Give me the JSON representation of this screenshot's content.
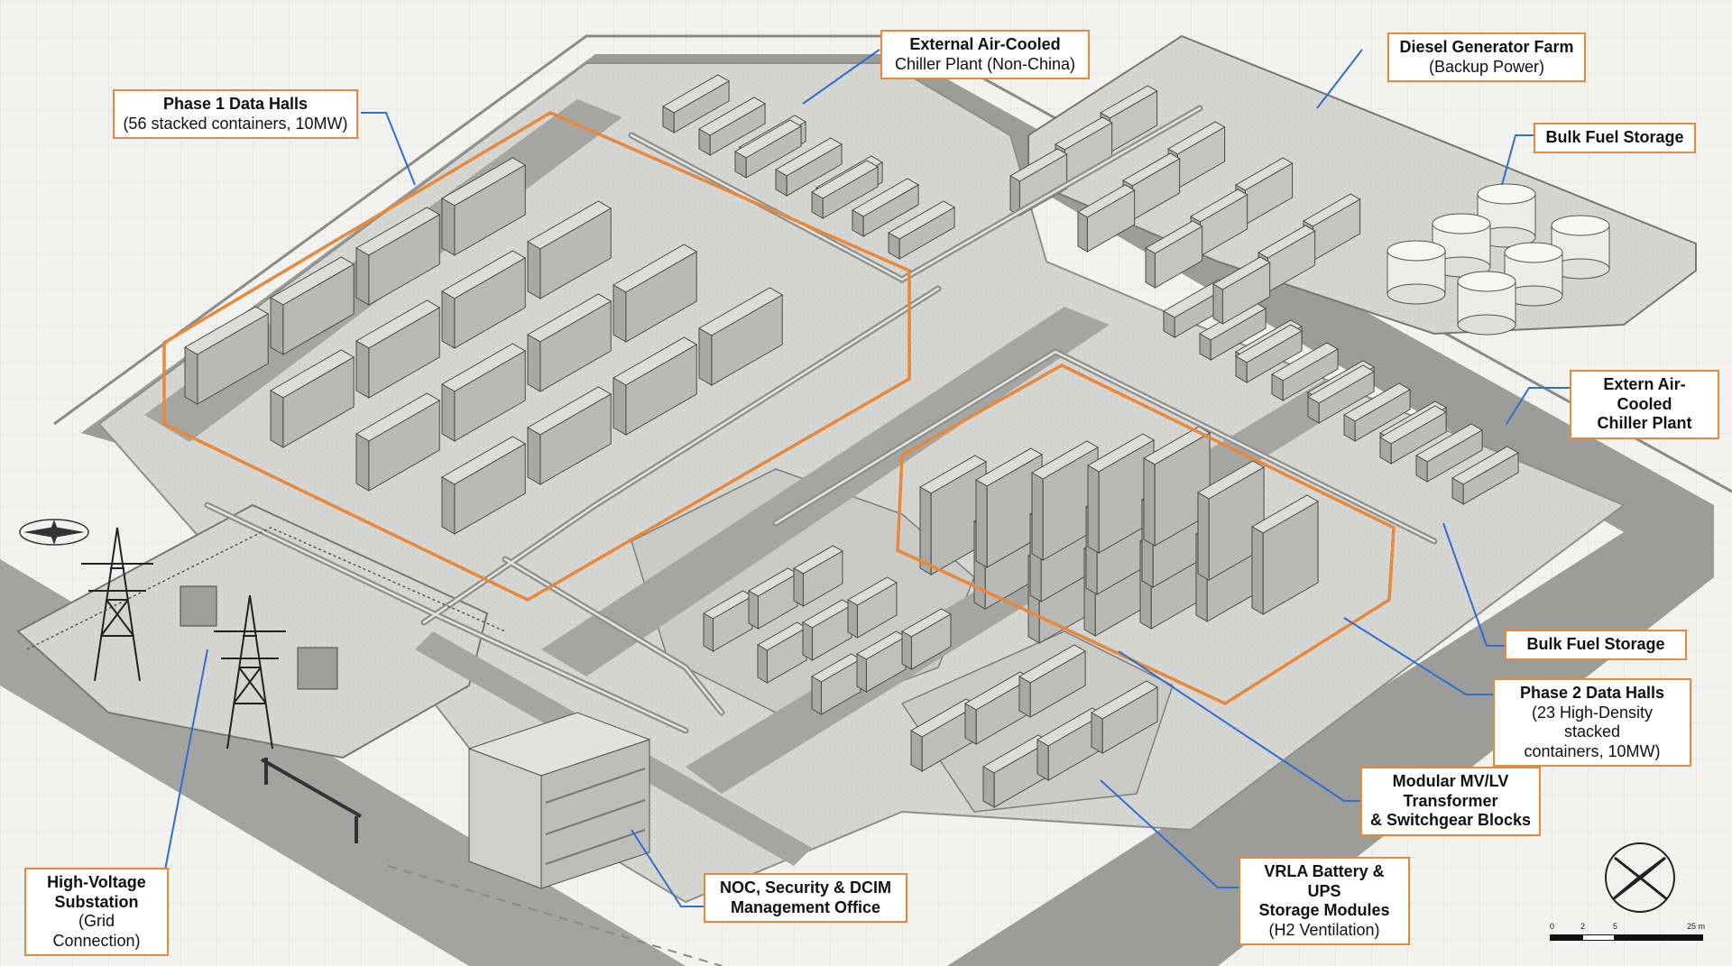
{
  "colors": {
    "accent": "#e8883a",
    "leader": "#2e6fd1",
    "ground": "#cfcfcc",
    "road": "#9a9a98",
    "container": "#b9b9b7",
    "tank": "#ececea"
  },
  "icons": [
    "compass-rose-icon",
    "north-arrow-icon",
    "transmission-tower-icon",
    "fan-unit-icon"
  ],
  "callouts": {
    "phase1": {
      "title": "Phase 1 Data Halls",
      "sub": "(56 stacked containers, 10MW)"
    },
    "chiller_north": {
      "title": "External Air-Cooled",
      "sub": "Chiller Plant (Non-China)"
    },
    "diesel": {
      "title": "Diesel Generator Farm",
      "sub": "(Backup Power)"
    },
    "fuel_top": {
      "title": "Bulk Fuel Storage"
    },
    "chiller_east": {
      "title": "Extern Air-Cooled",
      "title2": "Chiller Plant"
    },
    "fuel_bottom": {
      "title": "Bulk Fuel Storage"
    },
    "phase2": {
      "title": "Phase 2 Data Halls",
      "sub": "(23 High-Density stacked",
      "sub2": "containers, 10MW)"
    },
    "transformer": {
      "title": "Modular MV/LV",
      "title2": "Transformer",
      "title3": "& Switchgear Blocks"
    },
    "battery": {
      "title": "VRLA Battery & UPS",
      "title2": "Storage Modules",
      "sub": "(H2 Ventilation)"
    },
    "noc": {
      "title": "NOC, Security & DCIM",
      "title2": "Management Office"
    },
    "substation": {
      "title": "High-Voltage",
      "title2": "Substation",
      "sub": "(Grid Connection)"
    }
  },
  "scale": {
    "labels": [
      "0",
      "2",
      "5",
      "25 m"
    ]
  }
}
